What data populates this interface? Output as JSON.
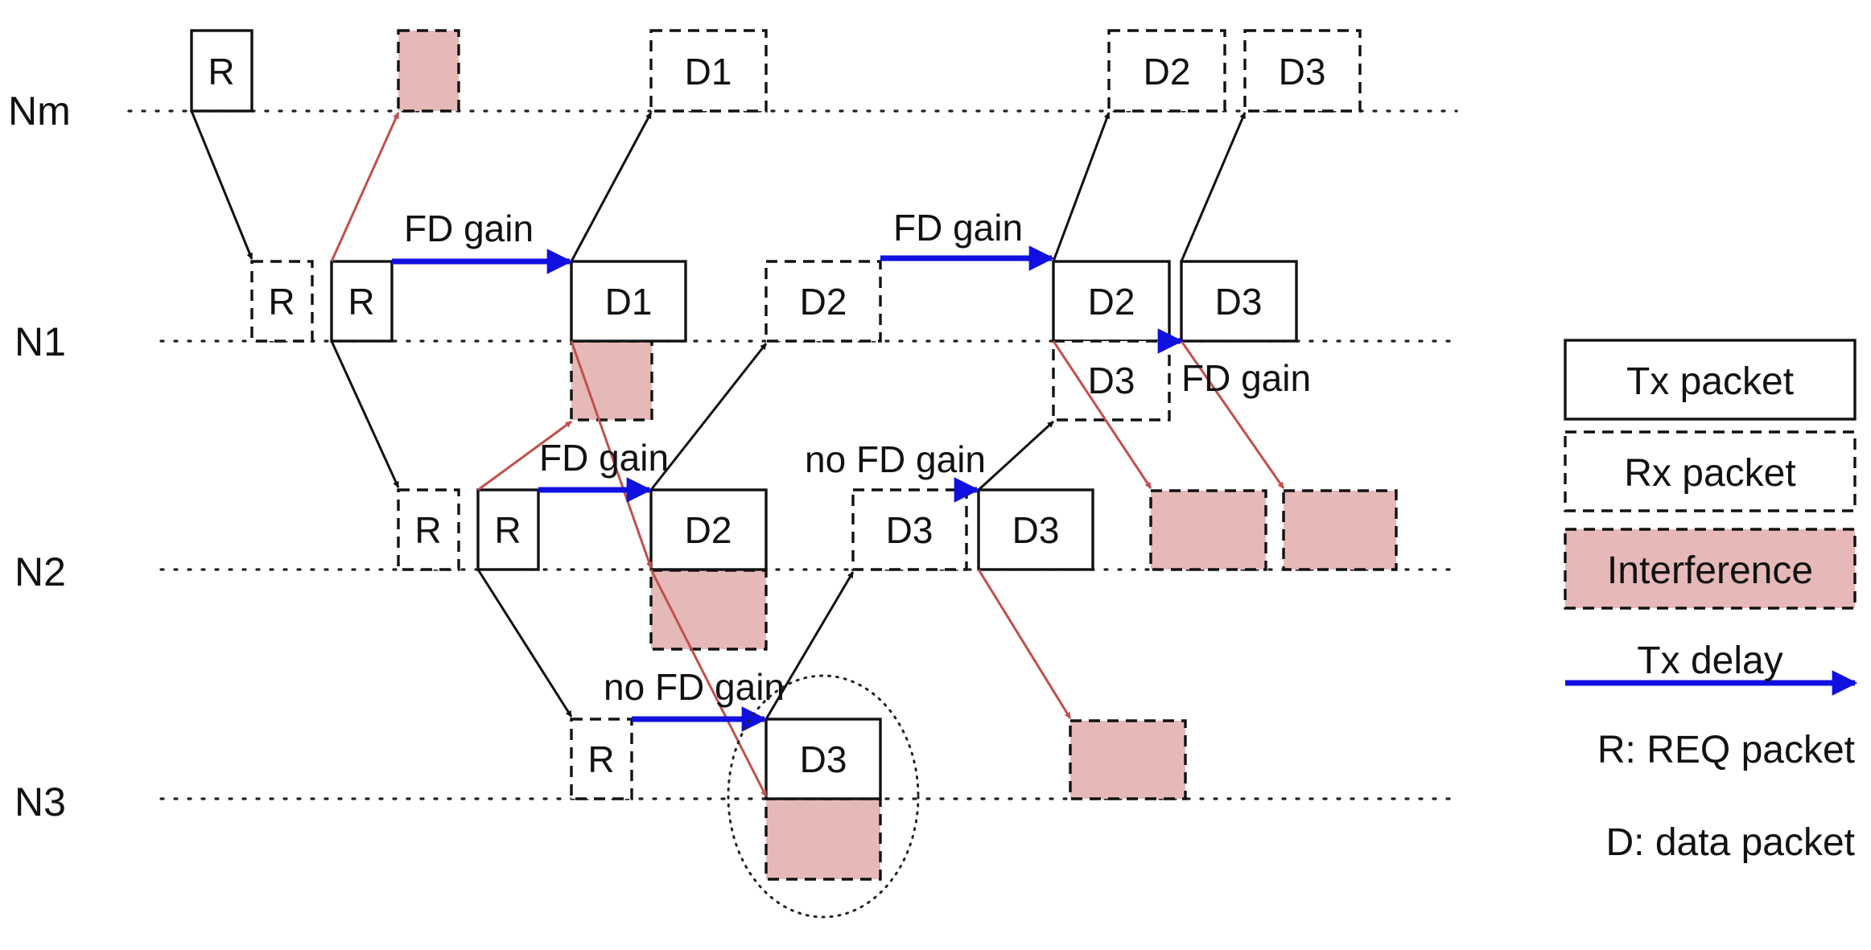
{
  "nodes": [
    "Nm",
    "N1",
    "N2",
    "N3"
  ],
  "packets": {
    "nm_r": "R",
    "nm_d1": "D1",
    "nm_d2": "D2",
    "nm_d3": "D3",
    "n1_r_rx": "R",
    "n1_r_tx": "R",
    "n1_d1": "D1",
    "n1_d2_rx": "D2",
    "n1_d2_tx": "D2",
    "n1_d3_tx": "D3",
    "n1_d3_rx": "D3",
    "n2_r_rx": "R",
    "n2_r_tx": "R",
    "n2_d2": "D2",
    "n2_d3_rx": "D3",
    "n2_d3_tx": "D3",
    "n3_r_rx": "R",
    "n3_d3": "D3"
  },
  "gain_labels": {
    "g1": "FD gain",
    "g2": "FD gain",
    "g3": "FD gain",
    "g4": "FD gain",
    "g5": "no FD gain",
    "g6": "no FD gain"
  },
  "legend": {
    "tx": "Tx packet",
    "rx": "Rx packet",
    "interference": "Interference",
    "tx_delay": "Tx delay",
    "r_note": "R: REQ packet",
    "d_note": "D: data packet"
  },
  "colors": {
    "interference_fill": "#E6B9B8",
    "interference_arrow": "#C0504D",
    "tx_delay_arrow": "#1010E0",
    "link_arrow": "#111111"
  }
}
